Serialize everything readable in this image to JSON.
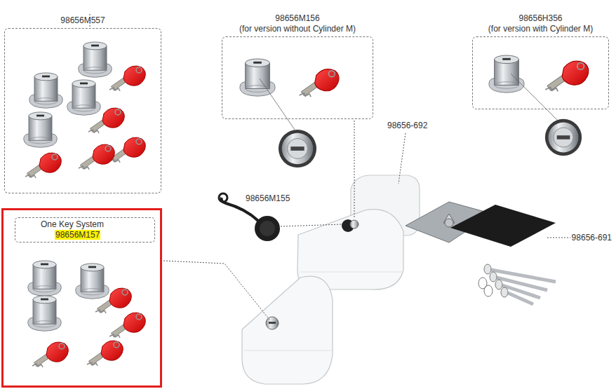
{
  "diagram": {
    "nodes": [
      {
        "text": [
          "98656M557"
        ]
      },
      {
        "text": [
          "98656M156",
          "(for version without Cylinder M)"
        ]
      },
      {
        "text": [
          "98656H356",
          "(for version with Cylinder M)"
        ]
      },
      {
        "text": [
          "One Key System",
          "98656M157"
        ]
      }
    ],
    "labels": [
      "98656-692",
      "98656M155",
      "98656-691"
    ]
  }
}
